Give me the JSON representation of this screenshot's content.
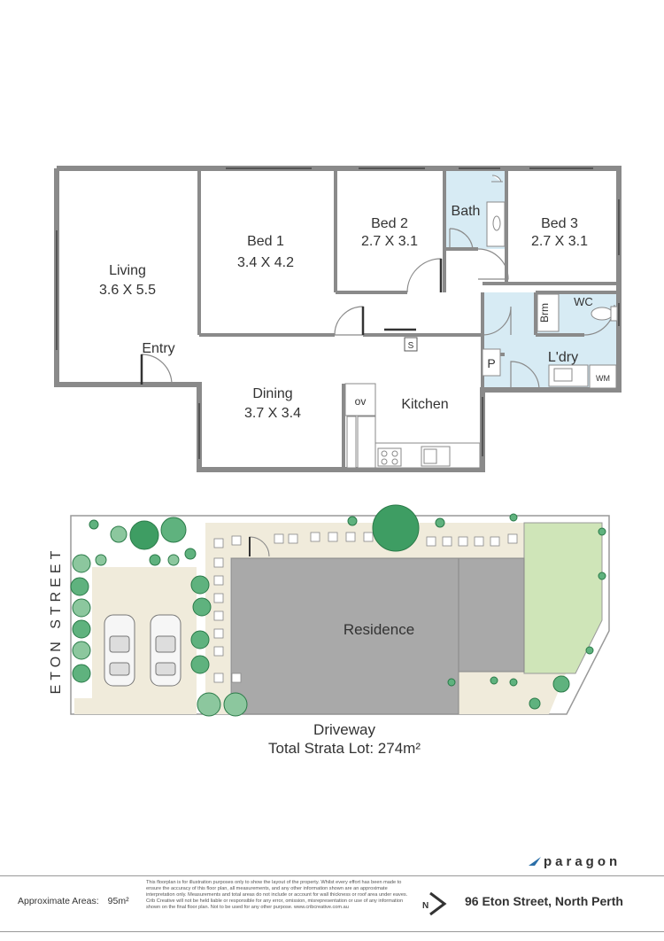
{
  "rooms": {
    "living": {
      "name": "Living",
      "dims": "3.6 X 5.5"
    },
    "bed1": {
      "name": "Bed 1",
      "dims": "3.4 X 4.2"
    },
    "bed2": {
      "name": "Bed 2",
      "dims": "2.7 X 3.1"
    },
    "bed3": {
      "name": "Bed 3",
      "dims": "2.7 X 3.1"
    },
    "bath": {
      "name": "Bath"
    },
    "wc": {
      "name": "WC"
    },
    "brm": {
      "name": "Brm"
    },
    "laundry": {
      "name": "L'dry"
    },
    "wm": {
      "name": "WM"
    },
    "pantry": {
      "name": "P"
    },
    "entry": {
      "name": "Entry"
    },
    "dining": {
      "name": "Dining",
      "dims": "3.7 X 3.4"
    },
    "kitchen": {
      "name": "Kitchen"
    },
    "oven": {
      "name": "ov"
    },
    "stair": {
      "name": "S"
    }
  },
  "site": {
    "street": "ETON STREET",
    "residence": "Residence",
    "driveway": "Driveway",
    "total_lot": "Total Strata Lot: 274m²"
  },
  "footer": {
    "approx_label": "Approximate Areas:",
    "approx_value": "95m²",
    "disclaimer": "This floorplan is for illustration purposes only to show the layout of the property. Whilst every effort has been made to ensure the accuracy of this floor plan, all measurements, and any other information shown are an approximate interpretation only. Measurements and total areas do not include or account for wall thickness or roof area under eaves. Crib Creative will not be held liable or responsible for any error, omission, misrepresentation or use of any information shown on the final floor plan. Not to be used for any other purpose. www.cribcreative.com.au",
    "compass_letter": "N",
    "address": "96 Eton Street, North Perth",
    "brand": "paragon"
  },
  "colors": {
    "wall": "#8a8a8a",
    "wet_area": "#d7ebf4",
    "residence": "#a9a9a9",
    "lawn": "#cfe5b8",
    "paving": "#f0ebdb",
    "tree_dark": "#3e9d63"
  }
}
